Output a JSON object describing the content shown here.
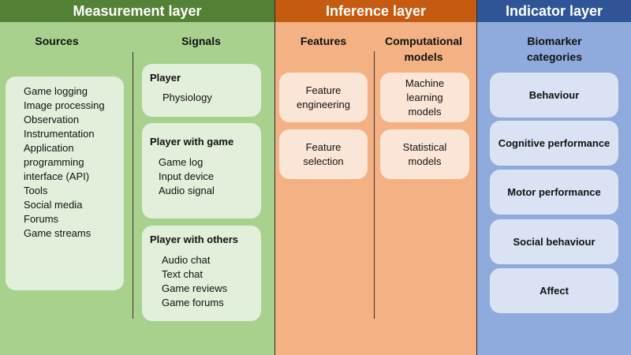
{
  "measurement": {
    "header": "Measurement layer",
    "sources": {
      "title": "Sources",
      "items": [
        "Game logging",
        "Image processing",
        "Observation",
        "Instrumentation",
        "Application",
        "programming",
        "interface (API)",
        "Tools",
        "Social media",
        "Forums",
        "Game streams"
      ]
    },
    "signals": {
      "title": "Signals",
      "groups": [
        {
          "title": "Player",
          "items": [
            "Physiology"
          ]
        },
        {
          "title": "Player with game",
          "items": [
            "Game log",
            "Input device",
            "Audio signal"
          ]
        },
        {
          "title": "Player with others",
          "items": [
            "Audio chat",
            "Text chat",
            "Game reviews",
            "Game forums"
          ]
        }
      ]
    }
  },
  "inference": {
    "header": "Inference layer",
    "features": {
      "title": "Features",
      "items": [
        "Feature engineering",
        "Feature selection"
      ]
    },
    "models": {
      "title": "Computational models",
      "items": [
        "Machine learning models",
        "Statistical models"
      ]
    }
  },
  "indicator": {
    "header": "Indicator layer",
    "title": "Biomarker categories",
    "items": [
      "Behaviour",
      "Cognitive performance",
      "Motor performance",
      "Social behaviour",
      "Affect"
    ]
  },
  "colors": {
    "measurement_header": "#538135",
    "measurement_body": "#a9d18e",
    "inference_header": "#c55a11",
    "inference_body": "#f4b183",
    "indicator_header": "#2f5597",
    "indicator_body": "#8faadc"
  }
}
